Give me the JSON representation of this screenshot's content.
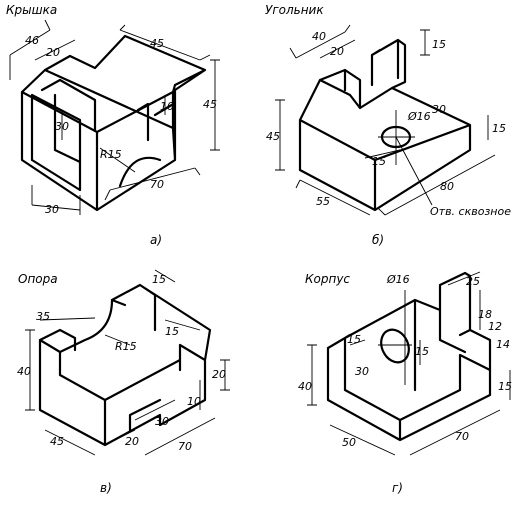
{
  "drawings": [
    {
      "title": "Крышка",
      "caption": "а)",
      "dims": [
        "46",
        "20",
        "45",
        "10",
        "45",
        "30",
        "R15",
        "70",
        "30"
      ]
    },
    {
      "title": "Угольник",
      "caption": "б)",
      "dims": [
        "40",
        "20",
        "15",
        "45",
        "30",
        "Ø16",
        "15",
        "15",
        "80",
        "55"
      ],
      "note": "Отв. сквозное"
    },
    {
      "title": "Опора",
      "caption": "в)",
      "dims": [
        "15",
        "35",
        "15",
        "R15",
        "40",
        "20",
        "10",
        "45",
        "30",
        "20",
        "70"
      ]
    },
    {
      "title": "Корпус",
      "caption": "г)",
      "dims": [
        "Ø16",
        "25",
        "15",
        "18",
        "12",
        "14",
        "15",
        "30",
        "40",
        "15",
        "50",
        "70"
      ]
    }
  ]
}
